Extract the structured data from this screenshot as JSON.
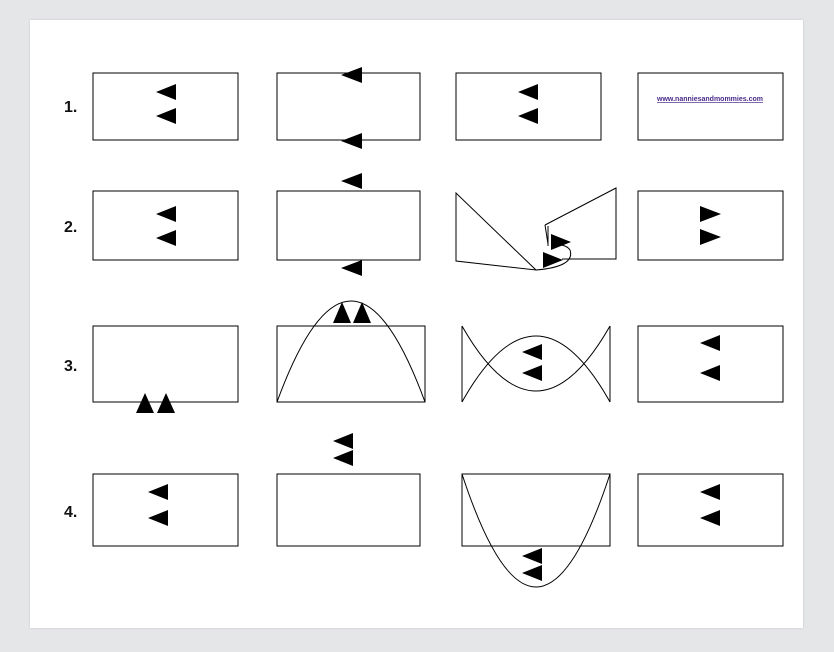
{
  "rows": [
    {
      "label": "1."
    },
    {
      "label": "2."
    },
    {
      "label": "3."
    },
    {
      "label": "4."
    }
  ],
  "link": {
    "text": "www.nanniesandmommies.com"
  },
  "colors": {
    "background": "#e5e6e8",
    "paper": "#ffffff",
    "ink": "#000000",
    "link": "#4a2a8a"
  }
}
